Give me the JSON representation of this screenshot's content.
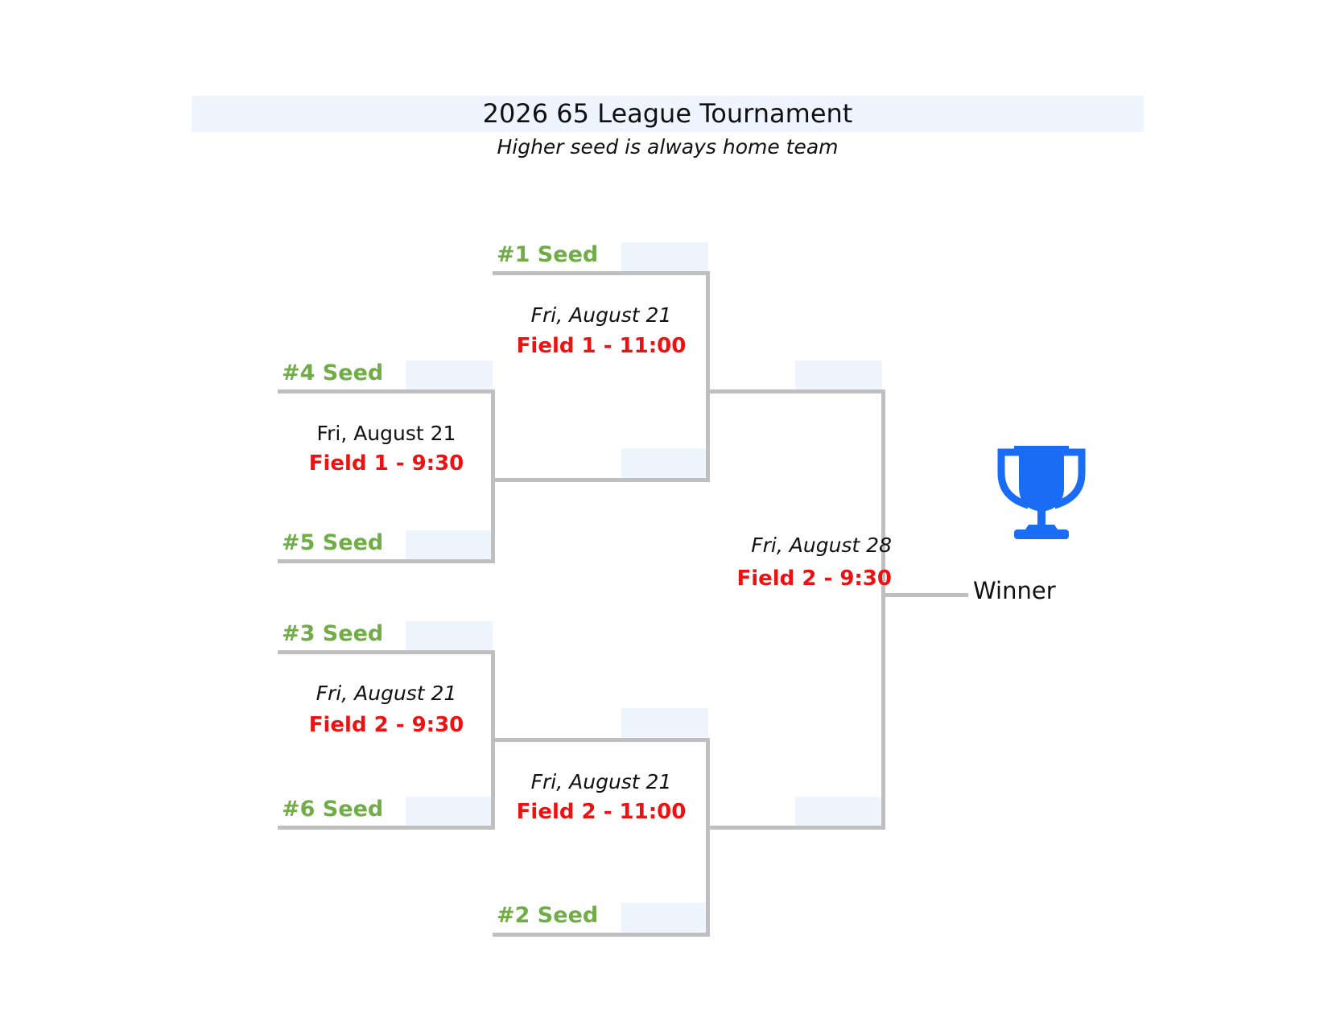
{
  "header": {
    "title": "2026 65 League Tournament",
    "subtitle": "Higher seed is always home team"
  },
  "seeds": {
    "s1": "#1 Seed",
    "s2": "#2 Seed",
    "s3": "#3 Seed",
    "s4": "#4 Seed",
    "s5": "#5 Seed",
    "s6": "#6 Seed"
  },
  "games": {
    "g45": {
      "date": "Fri, August 21",
      "field": "Field 1 - 9:30"
    },
    "g36": {
      "date": "Fri, August 21",
      "field": "Field 2 - 9:30"
    },
    "g1": {
      "date": "Fri, August 21",
      "field": "Field 1 - 11:00"
    },
    "g2": {
      "date": "Fri, August 21",
      "field": "Field 2 - 11:00"
    },
    "final": {
      "date": "Fri, August 28",
      "field": "Field 2 - 9:30"
    }
  },
  "winner_label": "Winner",
  "colors": {
    "seed": "#70ad47",
    "field": "#ee1111",
    "trophy": "#1a6cf5",
    "bracket_line": "#bfbfbf",
    "slot_fill": "#eef5fe"
  },
  "icons": {
    "trophy": "trophy-icon"
  }
}
